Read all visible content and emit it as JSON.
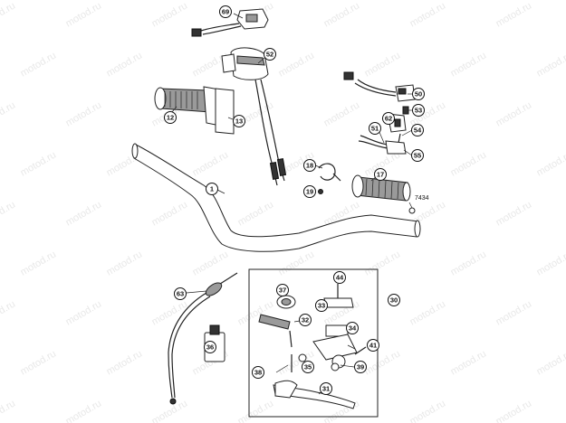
{
  "watermark": {
    "text": "motod.ru"
  },
  "part_code": "7434",
  "callouts": [
    {
      "id": "c69",
      "label": "69"
    },
    {
      "id": "c52",
      "label": "52"
    },
    {
      "id": "c12",
      "label": "12"
    },
    {
      "id": "c13",
      "label": "13"
    },
    {
      "id": "c50",
      "label": "50"
    },
    {
      "id": "c53",
      "label": "53"
    },
    {
      "id": "c62",
      "label": "62"
    },
    {
      "id": "c51",
      "label": "51"
    },
    {
      "id": "c54",
      "label": "54"
    },
    {
      "id": "c55",
      "label": "55"
    },
    {
      "id": "c18",
      "label": "18"
    },
    {
      "id": "c19",
      "label": "19"
    },
    {
      "id": "c17",
      "label": "17"
    },
    {
      "id": "c1",
      "label": "1"
    },
    {
      "id": "c63",
      "label": "63"
    },
    {
      "id": "c37",
      "label": "37"
    },
    {
      "id": "c44",
      "label": "44"
    },
    {
      "id": "c33",
      "label": "33"
    },
    {
      "id": "c30",
      "label": "30"
    },
    {
      "id": "c32",
      "label": "32"
    },
    {
      "id": "c34",
      "label": "34"
    },
    {
      "id": "c36",
      "label": "36"
    },
    {
      "id": "c41",
      "label": "41"
    },
    {
      "id": "c38",
      "label": "38"
    },
    {
      "id": "c35",
      "label": "35"
    },
    {
      "id": "c39",
      "label": "39"
    },
    {
      "id": "c31",
      "label": "31"
    }
  ]
}
